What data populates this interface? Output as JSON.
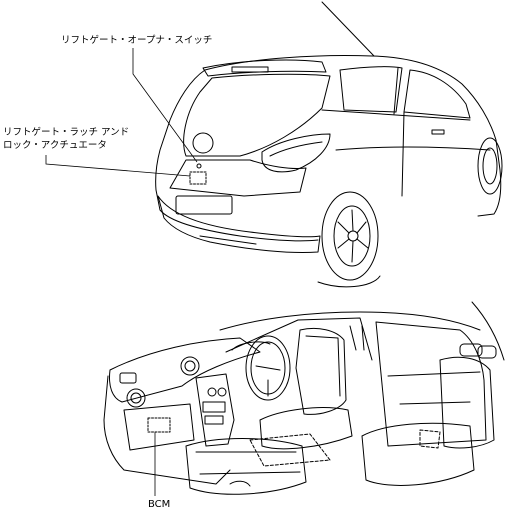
{
  "labels": {
    "liftgate_opener_switch": "リフトゲート・オープナ・スイッチ",
    "liftgate_latch_line1": "リフトゲート・ラッチ アンド",
    "liftgate_latch_line2": "ロック・アクチュエータ",
    "bcm": "BCM"
  }
}
